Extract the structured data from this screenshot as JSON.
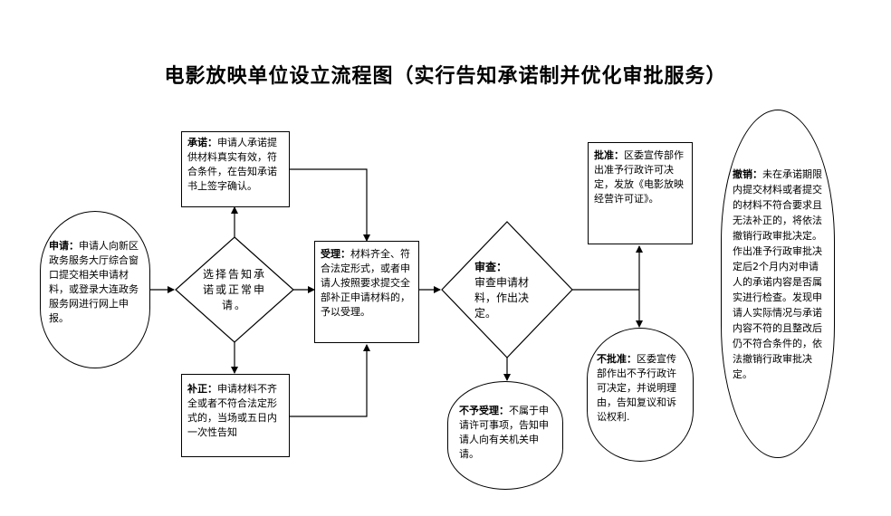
{
  "title": "电影放映单位设立流程图（实行告知承诺制并优化审批服务）",
  "nodes": {
    "apply": {
      "label": "申请：",
      "text": "申请人向新区政务服务大厅综合窗口提交相关申请材料，或登录大连政务服务网进行网上申报。"
    },
    "choose": {
      "text": "选择告知承诺或正常申请。"
    },
    "promise": {
      "label": "承诺：",
      "text": "申请人承诺提供材料真实有效，符合条件，在告知承诺书上签字确认。"
    },
    "supplement": {
      "label": "补正：",
      "text": "申请材料不齐全或者不符合法定形式的，当场或五日内一次性告知"
    },
    "accept": {
      "label": "受理：",
      "text": "材料齐全、符合法定形式，或者申请人按照要求提交全部补正申请材料的，予以受理。"
    },
    "review": {
      "label": "审查：",
      "text": "审查申请材料，作出决定。"
    },
    "reject_accept": {
      "label": "不予受理：",
      "text": "不属于申请许可事项，告知申请人向有关机关申请。"
    },
    "approve": {
      "label": "批准：",
      "text": "区委宣传部作出准予行政许可决定，发放《电影放映经营许可证》。"
    },
    "deny": {
      "label": "不批准：",
      "text": "区委宣传部作出不予行政许可决定，并说明理由，告知复议和诉讼权利."
    },
    "revoke": {
      "label": "撤销：",
      "text": "未在承诺期限内提交材料或者提交的材料不符合要求且无法补正的，将依法撤销行政审批决定。作出准予行政审批决定后2个月内对申请人的承诺内容是否属实进行检查。发现申请人实际情况与承诺内容不符的且整改后仍不符合条件的，依法撤销行政审批决定。"
    }
  }
}
